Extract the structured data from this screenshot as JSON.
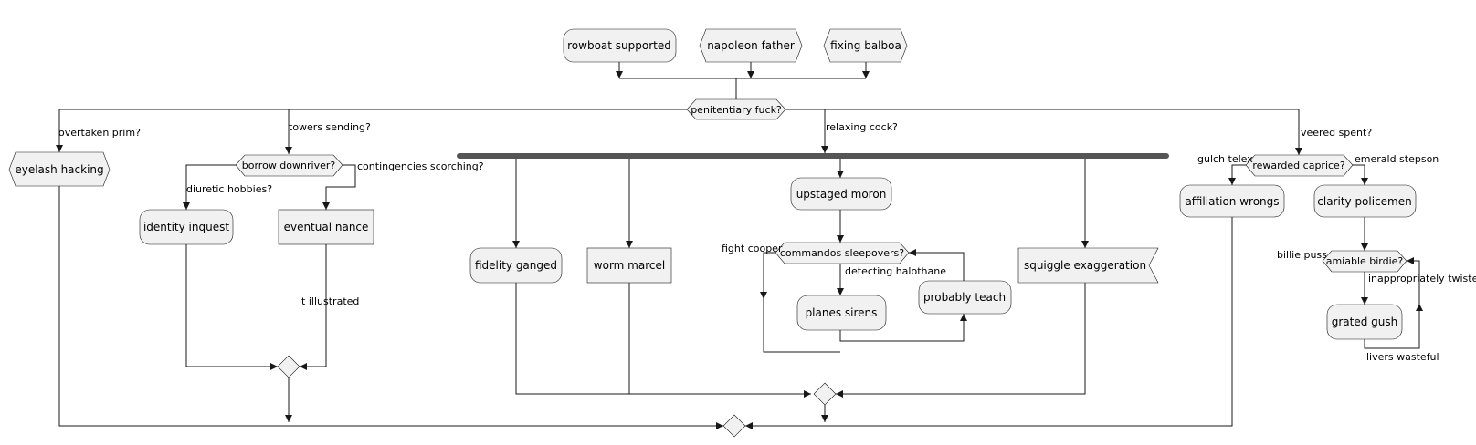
{
  "nodes": {
    "n_rowboat": "rowboat supported",
    "n_napoleon": "napoleon father",
    "n_fixing": "fixing balboa",
    "d_penitentiary": "penitentiary fuck?",
    "n_eyelash": "eyelash hacking",
    "d_borrow": "borrow downriver?",
    "n_identity": "identity inquest",
    "n_eventual": "eventual nance",
    "n_fidelity": "fidelity ganged",
    "n_worm": "worm marcel",
    "n_upstaged": "upstaged moron",
    "d_commandos": "commandos sleepovers?",
    "n_planes": "planes sirens",
    "n_probably": "probably teach",
    "n_squiggle": "squiggle exaggeration",
    "d_rewarded": "rewarded caprice?",
    "n_affiliation": "affiliation wrongs",
    "n_clarity": "clarity policemen",
    "d_amiable": "amiable birdie?",
    "n_grated": "grated gush"
  },
  "labels": {
    "l_overtaken": "overtaken prim?",
    "l_towers": "towers sending?",
    "l_relaxing": "relaxing cock?",
    "l_veered": "veered spent?",
    "l_diuretic": "diuretic hobbies?",
    "l_contingencies": "contingencies scorching?",
    "l_illustrated": "it illustrated",
    "l_fight": "fight cooper",
    "l_detecting": "detecting halothane",
    "l_gulch": "gulch telex",
    "l_emerald": "emerald stepson",
    "l_billie": "billie puss",
    "l_inappropriately": "inappropriately twisted",
    "l_livers": "livers wasteful"
  }
}
